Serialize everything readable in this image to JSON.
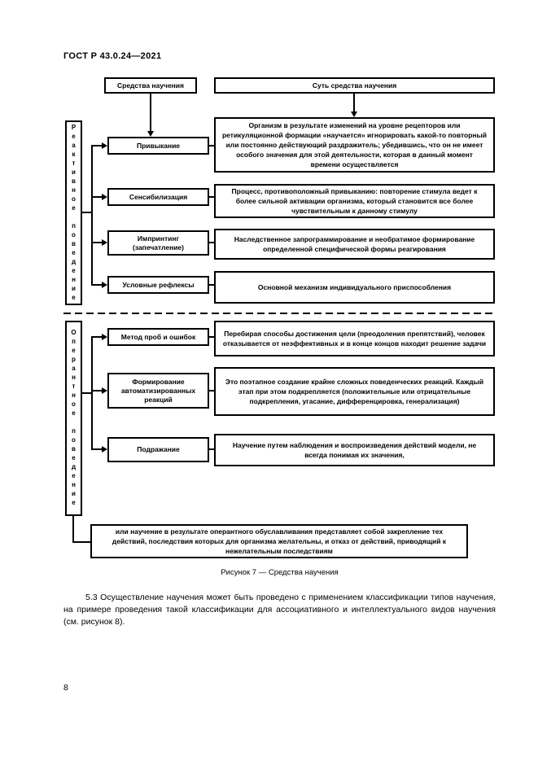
{
  "colors": {
    "ink": "#000000",
    "paper": "#ffffff"
  },
  "page": {
    "header": "ГОСТ Р 43.0.24—2021",
    "paragraph_5_3": "5.3 Осуществление научения может быть проведено с применением классификации типов научения, на примере проведения такой классификации для ассоциативного и интеллектуального видов научения (см. рисунок 8).",
    "page_number": "8"
  },
  "figure": {
    "caption": "Рисунок 7 — Средства научения",
    "col_left_header": "Средства научения",
    "col_right_header": "Суть средства научения",
    "sections": [
      {
        "side_label": "Реактивное поведение",
        "rows": [
          {
            "term": "Привыкание",
            "essence": "Организм в результате изменений на уровне рецепторов или ретикуляционной формации «научается» игнорировать какой-то повторный или постоянно действующий раздражитель; убедившись, что он не имеет особого значения для этой деятельности, которая в данный момент времени осуществляется"
          },
          {
            "term": "Сенсибилизация",
            "essence": "Процесс, противоположный привыканию: повторение стимула ведет к более сильной активации организма, который становится все более чувствительным к данному стимулу"
          },
          {
            "term": "Импринтинг (запечатление)",
            "essence": "Наследственное запрограммирование и необратимое формирование определенной специфической формы реагирования"
          },
          {
            "term": "Условные рефлексы",
            "essence": "Основной механизм индивидуального приспособления"
          }
        ]
      },
      {
        "side_label": "Оперантное поведение",
        "rows": [
          {
            "term": "Метод проб и ошибок",
            "essence": "Перебирая способы достижения цели (преодоления препятствий), человек отказывается от неэффективных и в конце концов находит решение задачи"
          },
          {
            "term": "Формирование автоматизированных реакций",
            "essence": "Это поэтапное создание крайне сложных поведенческих реакций. Каждый этап при этом подкрепляется (положительные или отрицательные подкрепления, угасание, дифференцировка, генерализация)"
          },
          {
            "term": "Подражание",
            "essence": "Научение путем наблюдения и воспроизведения действий модели, не всегда понимая их значения,"
          }
        ]
      }
    ],
    "footer_note": "или научение в результате оперантного обуславливания представляет собой закрепление тех действий, последствия которых для организма желательны, и отказ от действий, приводящий к нежелательным последствиям"
  }
}
